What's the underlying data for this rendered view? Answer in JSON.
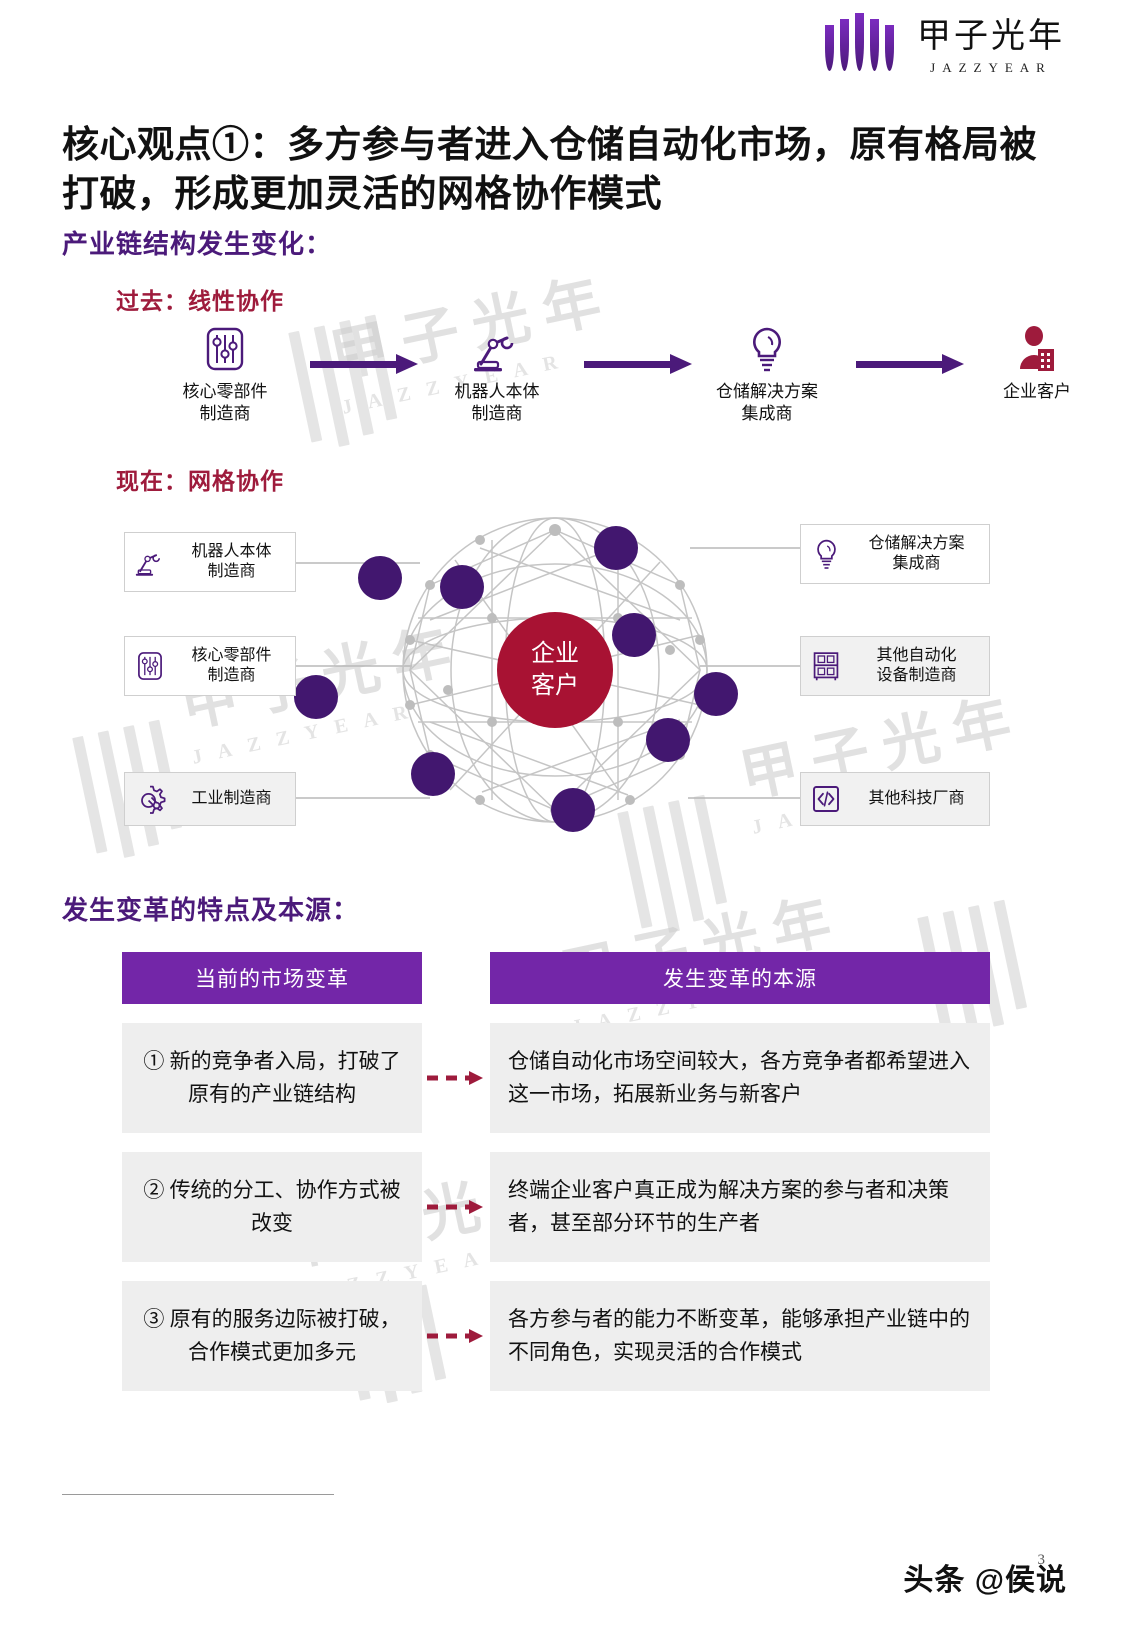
{
  "brand": {
    "logo_cn": "甲子光年",
    "logo_en": "JAZZYEAR",
    "accent_purple": "#4b1a7a",
    "accent_header": "#7326a8",
    "accent_red": "#9e1b3c"
  },
  "title": "核心观点①：多方参与者进入仓储自动化市场，原有格局被打破，形成更加灵活的网格协作模式",
  "sections": {
    "chain_heading": "产业链结构发生变化：",
    "past_heading": "过去：线性协作",
    "now_heading": "现在：网格协作",
    "features_heading": "发生变革的特点及本源："
  },
  "linear_flow": {
    "nodes": [
      {
        "icon": "sliders-icon",
        "label": "核心零部件\n制造商"
      },
      {
        "icon": "robot-arm-icon",
        "label": "机器人本体\n制造商"
      },
      {
        "icon": "lightbulb-icon",
        "label": "仓储解决方案\n集成商"
      },
      {
        "icon": "enterprise-user-icon",
        "label": "企业客户"
      }
    ]
  },
  "network": {
    "center_label": "企业\n客户",
    "left_boxes": [
      {
        "icon": "robot-arm-icon",
        "label": "机器人本体\n制造商"
      },
      {
        "icon": "sliders-icon",
        "label": "核心零部件\n制造商"
      },
      {
        "icon": "gear-wrench-icon",
        "label": "工业制造商"
      }
    ],
    "right_boxes": [
      {
        "icon": "lightbulb-icon",
        "label": "仓储解决方案\n集成商"
      },
      {
        "icon": "shelf-icon",
        "label": "其他自动化\n设备制造商"
      },
      {
        "icon": "code-icon",
        "label": "其他科技厂商"
      }
    ]
  },
  "table": {
    "headers": {
      "left": "当前的市场变革",
      "right": "发生变革的本源"
    },
    "rows": [
      {
        "left": "① 新的竞争者入局，打破了原有的产业链结构",
        "right": "仓储自动化市场空间较大，各方竞争者都希望进入这一市场，拓展新业务与新客户"
      },
      {
        "left": "② 传统的分工、协作方式被改变",
        "right": "终端企业客户真正成为解决方案的参与者和决策者，甚至部分环节的生产者"
      },
      {
        "left": "③ 原有的服务边际被打破，合作模式更加多元",
        "right": "各方参与者的能力不断变革，能够承担产业链中的不同角色，实现灵活的合作模式"
      }
    ]
  },
  "footer": {
    "page_number": "3",
    "attribution": "头条 @侯说"
  },
  "watermark": {
    "cn": "甲子光年",
    "en": "JAZZYEAR"
  }
}
